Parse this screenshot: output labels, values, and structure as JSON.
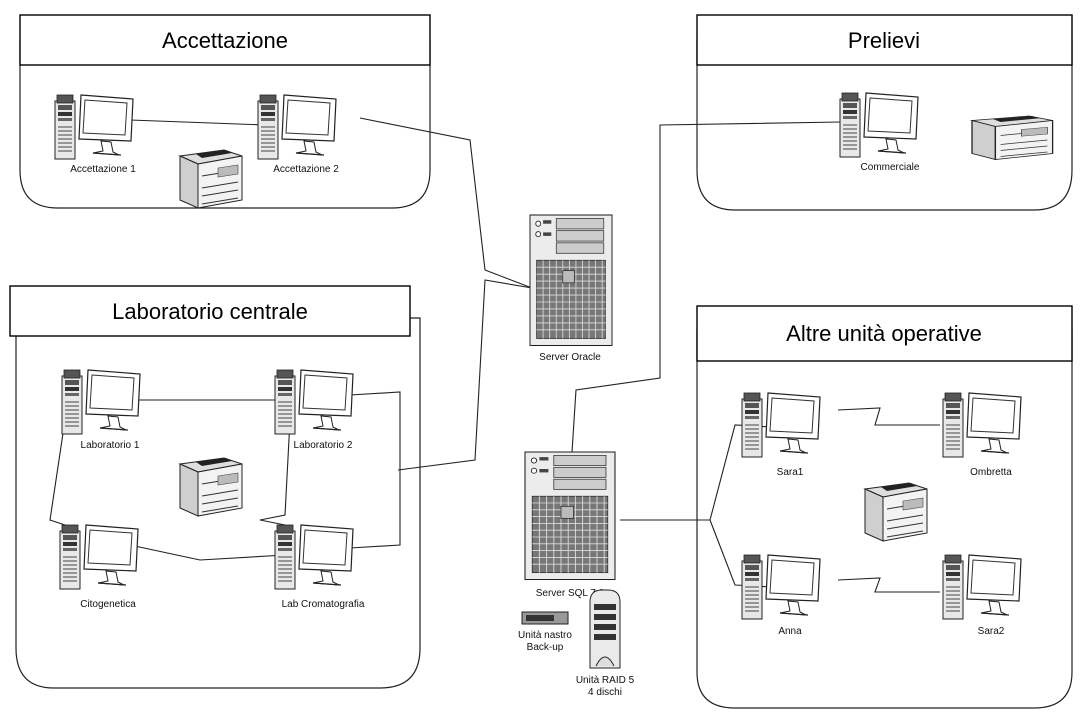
{
  "zones": {
    "accettazione": {
      "title": "Accettazione"
    },
    "prelievi": {
      "title": "Prelievi"
    },
    "laboratorio": {
      "title": "Laboratorio centrale"
    },
    "altre": {
      "title": "Altre unità operative"
    }
  },
  "workstations": {
    "accettazione_1": "Accettazione 1",
    "accettazione_2": "Accettazione 2",
    "commerciale": "Commerciale",
    "laboratorio_1": "Laboratorio 1",
    "laboratorio_2": "Laboratorio 2",
    "citogenetica": "Citogenetica",
    "lab_cromatografia": "Lab Cromatografia",
    "sara1": "Sara1",
    "ombretta": "Ombretta",
    "anna": "Anna",
    "sara2": "Sara2"
  },
  "servers": {
    "oracle": "Server Oracle",
    "sql": "Server SQL 7.0"
  },
  "storage": {
    "tape_line1": "Unità nastro",
    "tape_line2": "Back-up",
    "raid_line1": "Unità RAID 5",
    "raid_line2": "4 dischi"
  }
}
